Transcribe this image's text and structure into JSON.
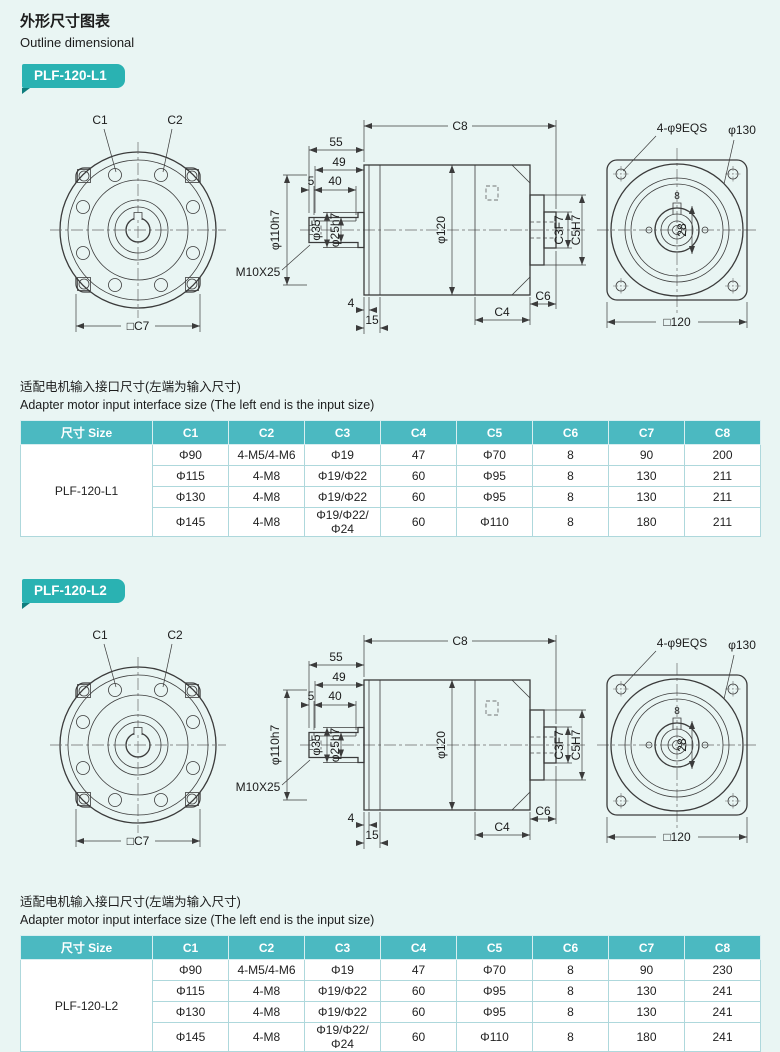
{
  "page": {
    "title_cn": "外形尺寸图表",
    "title_en": "Outline dimensional"
  },
  "caption": {
    "cn": "适配电机输入接口尺寸(左端为输入尺寸)",
    "en": "Adapter motor input interface size (The left end is the input size)"
  },
  "colors": {
    "background": "#e9f5f3",
    "accent_teal": "#2ab2b2",
    "table_header": "#4bb9c1"
  },
  "drawing": {
    "front": {
      "c1": "C1",
      "c2": "C2",
      "c7": "□C7"
    },
    "side": {
      "c8": "C8",
      "d55": "55",
      "d49": "49",
      "d5": "5",
      "d40": "40",
      "d35": "φ35",
      "d25": "φ25h7",
      "d110": "φ110h7",
      "m10": "M10X25",
      "d120": "φ120",
      "c3": "C3F7",
      "c5": "C5H7",
      "d4": "4",
      "d15": "15",
      "c4": "C4",
      "c6": "C6"
    },
    "rear": {
      "holes": "4-φ9EQS",
      "d130": "φ130",
      "d28": "28",
      "d8": "8",
      "sq": "□120"
    }
  },
  "table_headers": [
    "尺寸 Size",
    "C1",
    "C2",
    "C3",
    "C4",
    "C5",
    "C6",
    "C7",
    "C8"
  ],
  "sections": [
    {
      "badge": "PLF-120-L1",
      "model": "PLF-120-L1",
      "rows": [
        [
          "Φ90",
          "4-M5/4-M6",
          "Φ19",
          "47",
          "Φ70",
          "8",
          "90",
          "200"
        ],
        [
          "Φ115",
          "4-M8",
          "Φ19/Φ22",
          "60",
          "Φ95",
          "8",
          "130",
          "211"
        ],
        [
          "Φ130",
          "4-M8",
          "Φ19/Φ22",
          "60",
          "Φ95",
          "8",
          "130",
          "211"
        ],
        [
          "Φ145",
          "4-M8",
          "Φ19/Φ22/Φ24",
          "60",
          "Φ110",
          "8",
          "180",
          "211"
        ]
      ]
    },
    {
      "badge": "PLF-120-L2",
      "model": "PLF-120-L2",
      "rows": [
        [
          "Φ90",
          "4-M5/4-M6",
          "Φ19",
          "47",
          "Φ70",
          "8",
          "90",
          "230"
        ],
        [
          "Φ115",
          "4-M8",
          "Φ19/Φ22",
          "60",
          "Φ95",
          "8",
          "130",
          "241"
        ],
        [
          "Φ130",
          "4-M8",
          "Φ19/Φ22",
          "60",
          "Φ95",
          "8",
          "130",
          "241"
        ],
        [
          "Φ145",
          "4-M8",
          "Φ19/Φ22/Φ24",
          "60",
          "Φ110",
          "8",
          "180",
          "241"
        ]
      ]
    }
  ]
}
